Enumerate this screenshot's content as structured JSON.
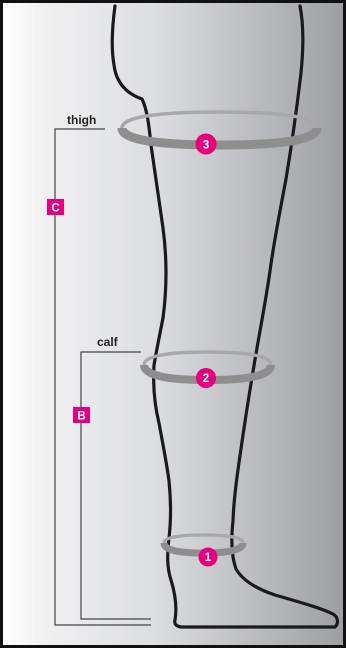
{
  "labels": {
    "thigh": "thigh",
    "calf": "calf"
  },
  "segments": {
    "c": "C",
    "b": "B"
  },
  "markers": {
    "m1": "1",
    "m2": "2",
    "m3": "3"
  },
  "colors": {
    "accent": "#e5007e",
    "band": "#8e8e8e",
    "outline": "#1a1a1a",
    "frame": "#111111"
  }
}
